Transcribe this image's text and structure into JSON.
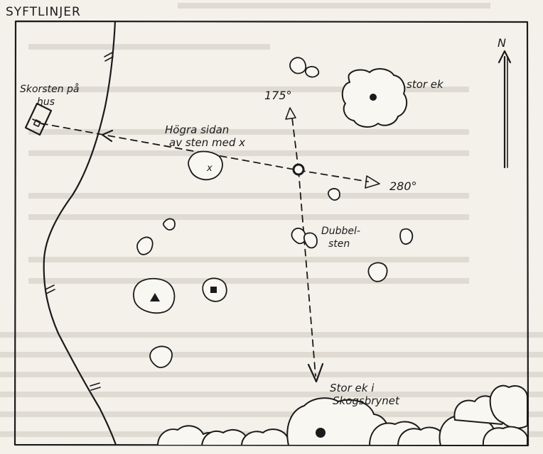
{
  "map": {
    "title": "SYFTLINJER",
    "north_label": "N",
    "labels": {
      "chimney_line1": "Skorsten på",
      "chimney_line2": "hus",
      "right_side_line1": "Högra sidan",
      "right_side_line2": "av sten med x",
      "rock_mark": "x",
      "bearing_north": "175°",
      "bearing_east": "280°",
      "big_oak": "stor ek",
      "double_stone_line1": "Dubbel-",
      "double_stone_line2": "sten",
      "forest_oak_line1": "Stor ek i",
      "forest_oak_line2": "Skogsbrynet"
    },
    "colors": {
      "ink": "#1b1b1b",
      "paper": "#f4f1ea"
    }
  }
}
